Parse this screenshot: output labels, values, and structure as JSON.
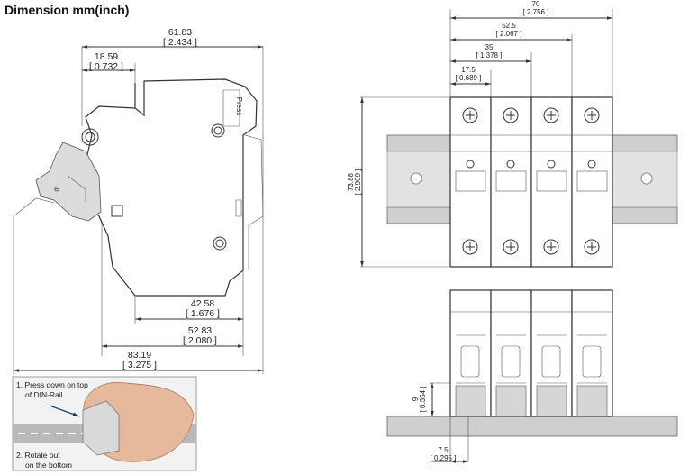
{
  "title": "Dimension mm(inch)",
  "side_view": {
    "dim_width_total": "61.83",
    "dim_width_total_in": "[ 2.434 ]",
    "dim_offset": "18.59",
    "dim_offset_in": "[ 0.732 ]",
    "dim_body": "42.58",
    "dim_body_in": "[ 1.676 ]",
    "dim_rail": "52.83",
    "dim_rail_in": "[ 2.080 ]",
    "dim_overall": "83.19",
    "dim_overall_in": "[ 3.275 ]",
    "label_text": "Press"
  },
  "front_view": {
    "dim_70": "70",
    "dim_70_in": "[ 2.756 ]",
    "dim_52_5": "52.5",
    "dim_52_5_in": "[ 2.067 ]",
    "dim_35": "35",
    "dim_35_in": "[ 1.378 ]",
    "dim_17_5": "17.5",
    "dim_17_5_in": "[ 0.689 ]",
    "dim_height": "73.88",
    "dim_height_in": "[ 2.909 ]"
  },
  "bottom_view": {
    "dim_9": "9",
    "dim_9_in": "[ 0.354 ]",
    "dim_7_5": "7.5",
    "dim_7_5_in": "[ 0.295 ]"
  },
  "photo": {
    "step1_line1": "1. Press down on top",
    "step1_line2": "of DIN-Rail",
    "step2_line1": "2. Rotate out",
    "step2_line2": "on the bottom"
  }
}
